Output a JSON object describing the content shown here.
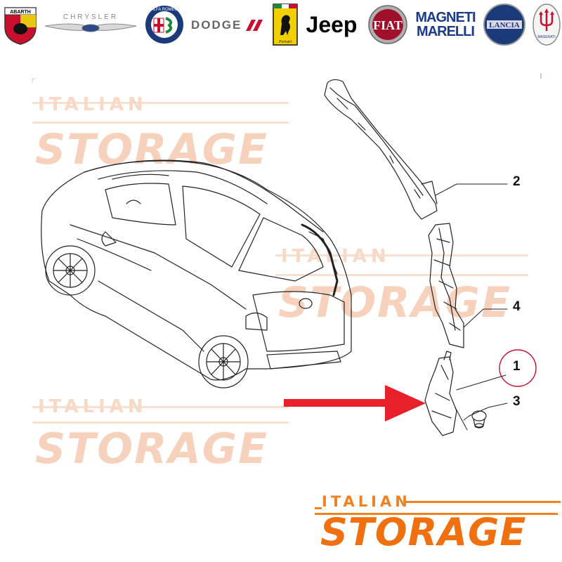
{
  "brands": [
    {
      "name": "ABARTH"
    },
    {
      "name": "CHRYSLER"
    },
    {
      "name": "ALFA ROMEO"
    },
    {
      "name": "DODGE"
    },
    {
      "name": "Ferrari"
    },
    {
      "name": "Jeep"
    },
    {
      "name": "FIAT"
    },
    {
      "name": "MAGNETI"
    },
    {
      "name": "MARELLI"
    },
    {
      "name": "LANCIA"
    },
    {
      "name": "MASERATI"
    }
  ],
  "watermark": {
    "small": "ITALIAN",
    "big": "STORAGE"
  },
  "callouts": [
    "1",
    "2",
    "3",
    "4"
  ],
  "highlighted_callout": "1",
  "colors": {
    "arrow": "#e8202a",
    "logo_orange": "#f07010",
    "watermark": "#f6d2bd",
    "line_art": "#222222"
  },
  "footer_logo": {
    "small": "ITALIAN",
    "big": "STORAGE"
  }
}
